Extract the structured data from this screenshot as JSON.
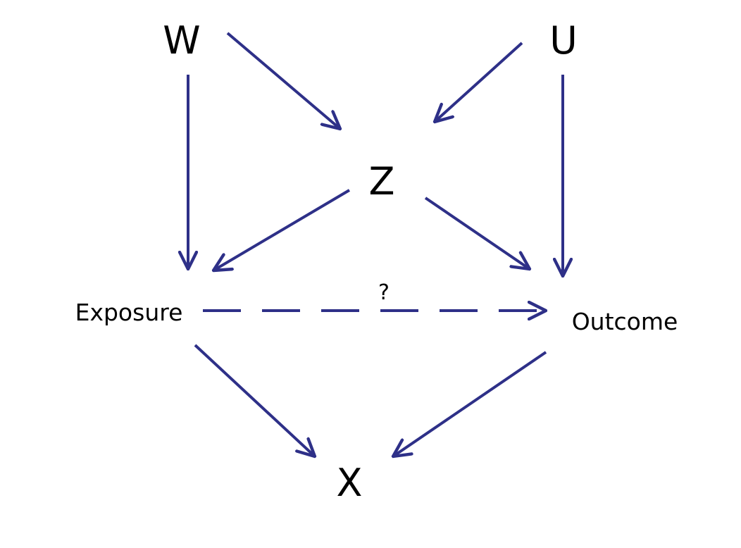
{
  "nodes": {
    "w": "W",
    "u": "U",
    "z": "Z",
    "exposure": "Exposure",
    "outcome": "Outcome",
    "x": "X"
  },
  "edge_label": "?",
  "colors": {
    "arrow": "#2e3088",
    "text": "#000000",
    "background": "#ffffff"
  }
}
